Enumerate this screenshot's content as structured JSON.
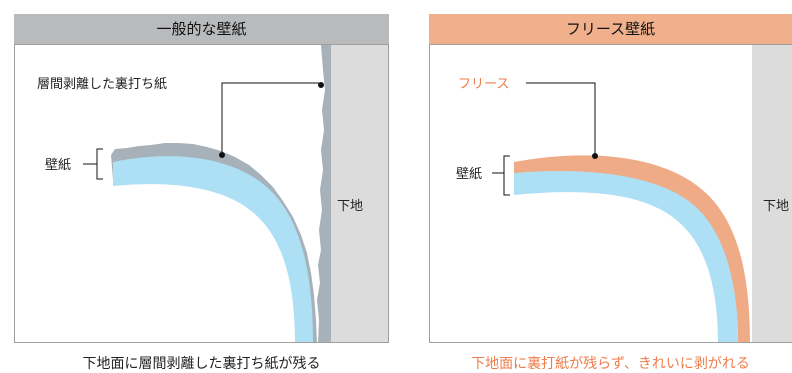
{
  "left": {
    "header": "一般的な壁紙",
    "header_color": "#b9babc",
    "label_backing": "層間剥離した裏打ち紙",
    "label_wallpaper": "壁紙",
    "label_substrate": "下地",
    "caption": "下地面に層間剥離した裏打ち紙が残る"
  },
  "right": {
    "header": "フリース壁紙",
    "header_color": "#f0b08c",
    "label_fleece": "フリース",
    "label_wallpaper": "壁紙",
    "label_substrate": "下地",
    "caption": "下地面に裏打紙が残らず、きれいに剥がれる"
  },
  "colors": {
    "wallpaper_blue": "#aee0f5",
    "backing_gray": "#a6b1b9",
    "fleece_orange": "#eeab86",
    "substrate_gray": "#dcdcdc",
    "accent_orange": "#ed7d4c"
  }
}
